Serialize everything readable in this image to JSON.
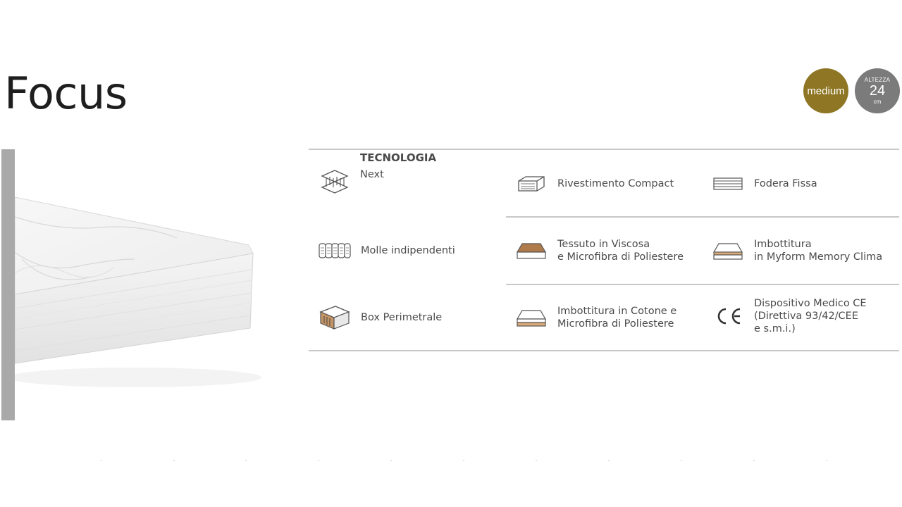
{
  "page": {
    "title": "Focus"
  },
  "badges": {
    "firmness": {
      "label": "medium",
      "color": "#8e7624"
    },
    "height": {
      "label": "ALTEZZA",
      "value": "24",
      "unit": "cm",
      "color": "#7b7b7b"
    }
  },
  "technology": {
    "section_label": "TECNOLOGIA",
    "features": [
      {
        "label": "Next",
        "icon": "spring-core-icon"
      },
      {
        "label": "Rivestimento Compact",
        "icon": "cover-compact-icon"
      },
      {
        "label": "Fodera Fissa",
        "icon": "fixed-lining-icon"
      },
      {
        "label": "Molle indipendenti",
        "icon": "pocket-springs-icon"
      },
      {
        "label": "Tessuto in Viscosa\ne Microfibra di Poliestere",
        "icon": "viscose-fabric-icon"
      },
      {
        "label": "Imbottitura\nin Myform Memory Clima",
        "icon": "memory-foam-padding-icon"
      },
      {
        "label": "Box Perimetrale",
        "icon": "perimeter-box-icon"
      },
      {
        "label": "Imbottitura in Cotone e\nMicrofibra di Poliestere",
        "icon": "cotton-padding-icon"
      },
      {
        "label": "Dispositivo Medico CE\n(Direttiva 93/42/CEE\ne s.m.i.)",
        "icon": "ce-mark-icon"
      }
    ]
  },
  "colors": {
    "accent_gold": "#8e7624",
    "badge_gray": "#7b7b7b",
    "divider": "#c8c8c8",
    "sidebar_bar": "#a9a9a9",
    "icon_brown": "#b07b4a"
  }
}
